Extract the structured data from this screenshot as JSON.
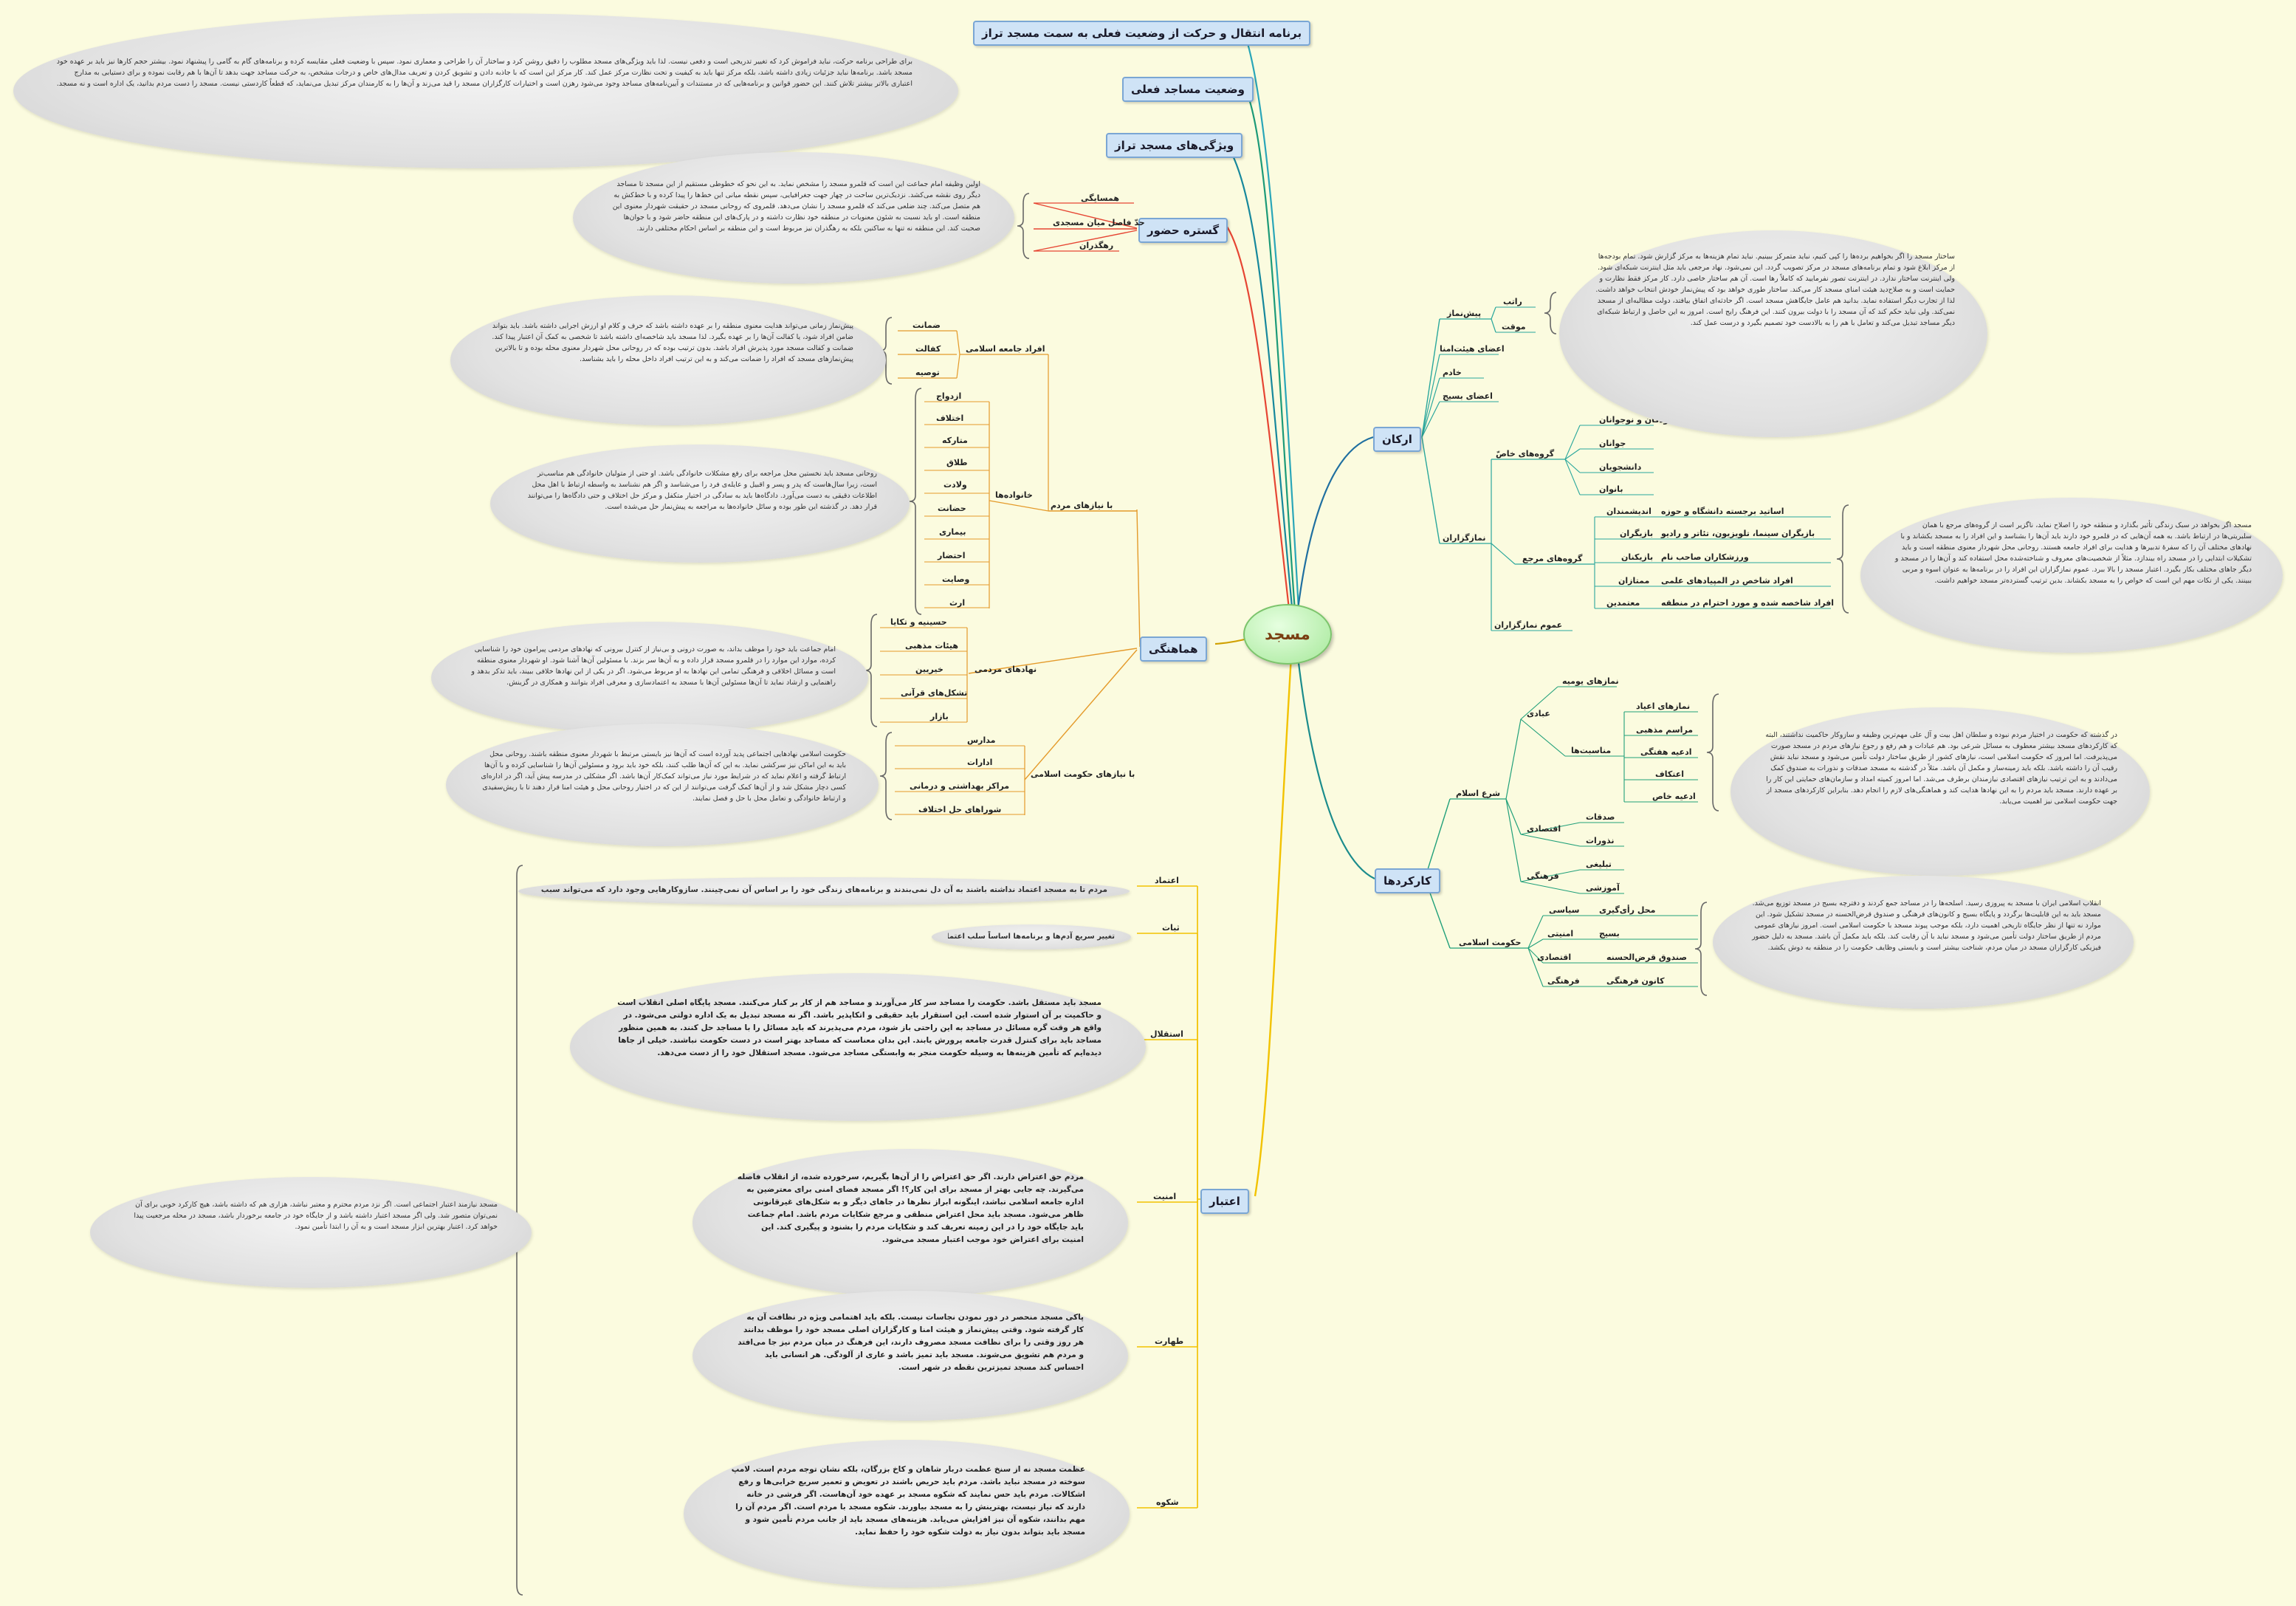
{
  "root": {
    "label": "مسجد"
  },
  "top_nodes": {
    "program": "برنامه انتقال و حرکت از وضعیت فعلی به سمت مسجد تراز",
    "current": "وضعیت مساجد فعلی",
    "features": "ویژگی‌های مسجد تراز"
  },
  "scope": {
    "label": "گستره حضور",
    "items": [
      "همسایگی",
      "حدّ فاصل میان مسجدی",
      "رهگذران"
    ]
  },
  "harmony": {
    "label": "هماهنگی",
    "general": {
      "label": "افراد جامعه اسلامی",
      "items": [
        "ضمانت",
        "کفالت",
        "توصیه"
      ]
    },
    "needs": {
      "label": "با نیازهای مردم"
    },
    "families": {
      "label": "خانواده‌ها",
      "items": [
        "ازدواج",
        "اختلاف",
        "متارکه",
        "طلاق",
        "ولادت",
        "حضانت",
        "بیماری",
        "احتضار",
        "وصایت",
        "ارث"
      ]
    },
    "popular": {
      "label": "نهادهای مردمی",
      "items": [
        "حسینیه و تکایا",
        "هیئات مذهبی",
        "خیریین",
        "تشکل‌های قرآنی",
        "بازار"
      ]
    },
    "gov": {
      "label": "با نیازهای حکومت اسلامی",
      "items": [
        "مدارس",
        "ادارات",
        "مراکز بهداشتی و درمانی",
        "شوراهای حل اختلاف"
      ]
    }
  },
  "pillars": {
    "label": "ارکان",
    "imam": {
      "label": "پیش‌نماز",
      "items": [
        "راتب",
        "موقت"
      ]
    },
    "others": [
      "اعضای هیئت‌امنا",
      "خادم",
      "اعضای بسیج"
    ],
    "worshippers": {
      "label": "نمازگزاران"
    },
    "special": {
      "label": "گروه‌های خاصّ",
      "items": [
        "کودکان و نوجوانان",
        "جوانان",
        "دانشجویان",
        "بانوان"
      ]
    },
    "reference": {
      "label": "گروه‌های مرجع",
      "intellectuals": "اندیشمندان",
      "intellectuals_detail": "اساتید برجسته دانشگاه و حوزه",
      "players": "بازیگران",
      "players_detail": "بازیگران سینما، تلویزیون، تئاتر و رادیو",
      "athletes": "بازیکنان",
      "athletes_detail": "ورزشکاران صاحب نام",
      "elites": "ممتازان",
      "elites_detail": "افراد شاخص در المپیادهای علمی",
      "trusted": "معتمدین",
      "trusted_detail": "افراد شاخصه شده و مورد احترام در منطقه"
    },
    "general": "عموم نمازگزاران"
  },
  "functions": {
    "label": "کارکردها",
    "sharia": "شرع اسلام",
    "worship": "عبادی",
    "daily": "نمازهای یومیه",
    "occasions": "مناسبت‌ها",
    "occasion_items": [
      "نمازهای اعیاد",
      "مراسم مذهبی",
      "ادعیه هفتگی",
      "اعتکاف",
      "ادعیه خاص"
    ],
    "economic": "اقتصادی",
    "economic_items": [
      "صدقات",
      "نذورات"
    ],
    "cultural": "فرهنگی",
    "cultural_items": [
      "تبلیغی",
      "آموزشی"
    ],
    "gov": "حکومت اسلامی",
    "political": "سیاسی",
    "political_detail": "محل رأی‌گیری",
    "security": "امنیتی",
    "security_detail": "بسیج",
    "gov_economic": "اقتصادی",
    "gov_economic_detail": "صندوق قرض‌الحسنه",
    "gov_cultural": "فرهنگی",
    "gov_cultural_detail": "کانون فرهنگی"
  },
  "credibility": {
    "label": "اعتبار",
    "items": [
      "اعتماد",
      "ثبات",
      "استقلال",
      "امنیت",
      "طهارت",
      "شکوه"
    ],
    "trust_note": "مردم تا به مسجد اعتماد نداشته باشند به آن دل نمی‌بندند و برنامه‌های زندگی خود را بر اساس آن نمی‌چینند. سازوکارهایی وجود دارد که می‌تواند سبب اعتمادسازی گردد.",
    "stability_note": "تغییر سریع آدم‌ها و برنامه‌ها اساساً سلب اعتماد می‌نماید."
  },
  "notes": {
    "top": "برای طراحی برنامه حرکت، نباید فراموش کرد که تغییر تدریجی است و دفعی نیست. لذا باید ویژگی‌های مسجد مطلوب را دقیق روشن کرد و ساختار آن را طراحی و معماری نمود. سپس با وضعیت فعلی مقایسه کرده و برنامه‌های گام به گامی را پیشنهاد نمود. بیشتر حجم کارها نیز باید بر عهده خود مسجد باشد. برنامه‌ها نباید جزئیات زیادی داشته باشد، بلکه مرکز تنها باید به کیفیت و تحت نظارت مرکز عمل کند. کار مرکز این است که با جاذبه دادن و تشویق کردن و تعریف مدال‌های خاص و درجات مشخص، به حرکت مساجد جهت بدهد تا آن‌ها با هم رقابت نموده و برای دستیابی به مدارج اعتباری بالاتر بیشتر تلاش کنند. این حضور قوانین و برنامه‌هایی که در مستندات و آیین‌نامه‌های مساجد وجود می‌شود رهزن است و اختیارات کارگزاران مسجد را قید می‌زند و آن‌ها را به کارمندان مرکز تبدیل می‌نماید، که قطعاً کاردستی نیست. مسجد را دست مردم بدانید، یک اداره است و نه مسجد.",
    "scope": "اولین وظیفه امام جماعت این است که قلمرو مسجد را مشخص نماید. به این نحو که خطوطی مستقیم از این مسجد تا مساجد دیگر روی نقشه می‌کشد. نزدیک‌ترین ساحت در چهار جهت جغرافیایی، سپس نقطه میانی این خط‌ها را پیدا کرده و با خط‌کش به هم متصل می‌کند. چند ضلعی می‌کند که قلمرو مسجد را نشان می‌دهد. قلمروی که روحانی مسجد در حقیقت شهردار معنوی این منطقه است. او باید نسبت به شئون معنویات در منطقه خود نظارت داشته و در پارک‌های این منطقه حاضر شود و با جوان‌ها صحبت کند. این منطقه نه تنها به ساکنین بلکه به رهگذران نیز مربوط است و این منطقه بر اساس احکام مختلفی دارند.",
    "general_people": "پیش‌نماز زمانی می‌تواند هدایت معنوی منطقه را بر عهده داشته باشد که حرف و کلام او ارزش اجرایی داشته باشد. باید بتواند ضامن افراد شود، یا کفالت آن‌ها را بر عهده بگیرد. لذا مسجد باید شاخصه‌ای داشته باشد تا شخصی به کمک آن اعتبار پیدا کند. ضمانت و کفالت مسجد مورد پذیرش افراد باشد. بدون ترتیب بوده که در روحانی محل شهردار معنوی محله بوده و تا بالاترین پیش‌نمازهای مسجد که افراد را ضمانت می‌کند و به این ترتیب افراد داخل محله را باید بشناسد.",
    "families": "روحانی مسجد باید نخستین محل مراجعه برای رفع مشکلات خانوادگی باشد. او حتی از متولیان خانوادگی هم مناسب‌تر است، زیرا سال‌هاست که پدر و پسر و اقبیل و عایله‌ی فرد را می‌شناسد و اگر هم نشناسد به واسطه ارتباط با اهل محل اطلاعات دقیقی به دست می‌آورد. دادگاه‌ها باید به سادگی در اختیار متکفل و مرکز حل اختلاف و حتی دادگاه‌ها را می‌توانند قرار دهد. در گذشته این طور بوده و سائل خانواده‌ها به مراجعه به پیش‌نماز حل می‌شده است.",
    "popular": "امام جماعت باید خود را موظف بداند، به صورت درونی و بی‌نیاز از کنترل بیرونی که نهادهای مردمی پیرامون خود را شناسایی کرده، موارد این موارد را در قلمرو مسجد قرار داده و به آن‌ها سر بزند. با مسئولین آن‌ها آشنا شود. او شهردار معنوی منطقه است و مسائل اخلاقی و فرهنگی تمامی این نهادها به او مربوط می‌شود. اگر در یکی از این نهادها خلافی ببیند، باید تذکر بدهد و راهنمایی و ارشاد نماید تا آن‌ها مسئولین آن‌ها با مسجد به اعتمادسازی و معرفی افراد بتوانند و همکاری در گزینش.",
    "gov_needs": "حکومت اسلامی نهادهایی اجتماعی پدید آورده است که آن‌ها نیز بایستی مرتبط با شهردار معنوی منطقه باشند. روحانی محل باید به این اماکن نیز سرکشی نماید. به این که آن‌ها طلب کنند، بلکه خود باید برود و مسئولین آن‌ها را شناسایی کرده و با آن‌ها ارتباط گرفته و اعلام نماید که در شرایط مورد نیاز می‌تواند کمک‌کار آن‌ها باشد. اگر مشکلی در مدرسه پیش آید، اگر در اداره‌ای کسی دچار مشکل شد و از آن‌ها کمک گرفت می‌توانند از این که در اختیار روحانی محل و هیئت امنا قرار دهند تا با ریش‌سفیدی و ارتباط خانوادگی و تعامل محل با حل و فصل نمایند.",
    "imam": "ساختار مسجد را اگر بخواهیم برده‌ها را کپی کنیم، نباید متمرکز ببینیم. نباید تمام هزینه‌ها به مرکز گزارش شود. تمام بودجه‌ها از مرکز ابلاغ شود و تمام برنامه‌های مسجد در مرکز تصویب گردد. این نمی‌شود. نهاد مرجعی باید مثل اینترنت شبکه‌ای شود. ولی اینترنت ساختار ندارد. در اینترنت تصور نفرمایید که کاملاً رها است. آن هم ساختار خاصی دارد. کار مرکز فقط نظارت و حمایت است و به صلاح‌دید هیئت امنای مسجد کار می‌کند. ساختار طوری خواهد بود که پیش‌نماز خودش انتخاب خواهد داشت. لذا از تجارب دیگر استفاده نماید. بدانید هم عامل جایگاهش مسجد است. اگر حادثه‌ای اتفاق بیافتد، دولت مطالبه‌ای از مسجد نمی‌کند. ولی نباید حکم کند که آن مسجد را با دولت بیرون کنند. این فرهنگ رایج است. امروز به این حاصل و ارتباط شبکه‌ای دیگر مساجد تبدیل می‌کند و تعامل با هم را به بالادست خود تصمیم بگیرد و درست عمل کند.",
    "reference": "مسجد اگر بخواهد در سبک زندگی تأثیر بگذارد و منطقه خود را اصلاح نماید، ناگزیر است از گروه‌های مرجع با همان سلبریتی‌ها در ارتباط باشد. به همه آن‌هایی که در قلمرو خود دارند باید آن‌ها را بشناسد و این افراد را به مسجد بکشاند و با نهادهای مختلف آن را که سفرۀ تدبیرها و هدایت برای افراد جامعه هستند. روحانی محل شهردار معنوی منطقه است و باید تشکیلات ابتدایی را در مسجد راه بیندازد. مثلاً از شخصیت‌های معروف و شناخته‌شده محل استفاده کند و آن‌ها را در مسجد و دیگر جاهای مختلف بکار بگیرد. اعتبار مسجد را بالا ببرد. عموم نمازگزاران این افراد را در برنامه‌ها به عنوان اسوه و مربی ببینند. یکی از نکات مهم این است که خواص را به مسجد بکشاند. بدین ترتیب گسترده‌تر مسجد خواهیم داشت.",
    "functions": "در گذشته که حکومت در اختیار مردم نبوده و سلطان اهل بیت و آل علی مهم‌ترین وظیفه و سازوکار حاکمیت نداشتند، البته که کارکردهای مسجد بیشتر معطوف به مسائل شرعی بود. هم عبادات و هم رفع و رجوع نیازهای مردم در مسجد صورت می‌پذیرفت. اما امروز که حکومت اسلامی است، نیازهای کشور از طریق ساختار دولت تأمین می‌شود و مسجد نباید نقش رقیب آن را داشته باشد. بلکه باید زمینه‌ساز و مکمل آن باشد. مثلاً در گذشته به مسجد صدقات و نذورات به صندوق کمک می‌دادند و به این ترتیب نیازهای اقتصادی نیازمندان برطرف می‌شد. اما امروز کمیته امداد و سازمان‌های حمایتی این کار را بر عهده دارند. مسجد باید مردم را به این نهادها هدایت کند و هماهنگی‌های لازم را انجام دهد. بنابراین کارکردهای مسجد از جهت حکومت اسلامی نیز اهمیت می‌یابد.",
    "gov": "انقلاب اسلامی ایران با مسجد به پیروزی رسید. اسلحه‌ها را در مساجد جمع کردند و دفترچه بسیج در مسجد توزیع می‌شد. مسجد باید به این قابلیت‌ها برگردد و پایگاه بسیج و کانون‌های فرهنگی و صندوق قرض‌الحسنه در مسجد تشکیل شود. این موارد نه تنها از نظر جایگاه تاریخی اهمیت دارد، بلکه موجب پیوند مسجد با حکومت اسلامی است. امروز نیازهای عمومی مردم از طریق ساختار دولت تأمین می‌شود و مسجد نباید با آن رقابت کند. بلکه باید مکمل آن باشد. مسجد به دلیل حضور فیزیکی کارگزاران مسجد در میان مردم، شناخت بیشتر است و بایستی وظایف حکومت را در منطقه به دوش بکشد.",
    "credibility": "مسجد نیازمند اعتبار اجتماعی است. اگر نزد مردم محترم و معتبر نباشد، هزاری هم که داشته باشد، هیچ کارکرد خوبی برای آن نمی‌توان متصور شد. ولی اگر مسجد اعتبار داشته باشد و از جایگاه خود در جامعه برخوردار باشد، مسجد در محله مرجعیت پیدا خواهد کرد. اعتبار بهترین ابزار مسجد است و به آن را ابتدا تأمین نمود.",
    "independence": "مسجد باید مستقل باشد. حکومت را مساجد سر کار می‌آورند و مساجد هم از کار بر کنار می‌کنند. مسجد پایگاه اصلی انقلاب است و حاکمیت بر آن استوار شده است. این استقرار باید حقیقی و اتکاپذیر باشد. اگر نه مسجد تبدیل به یک اداره دولتی می‌شود. در واقع هر وقت گره مسائل در مساجد به این راحتی باز شود، مردم می‌پذیرند که باید مسائل را با مساجد حل کنند. به همین منظور مساجد باید برای کنترل قدرت جامعه پرورش یابند. این بدان معناست که مساجد بهتر است در دست حکومت نباشند. خیلی از جاها دیده‌ایم که تأمین هزینه‌ها به وسیله حکومت منجر به وابستگی مساجد می‌شود. مسجد استقلال خود را از دست می‌دهد.",
    "security": "مردم حق اعتراض دارند. اگر حق اعتراض را از آن‌ها بگیریم، سرخورده شده، از انقلاب فاصله می‌گیرند. چه جایی بهتر از مسجد برای این کار؟! اگر مسجد فضای امنی برای معترضین به اداره جامعه اسلامی نباشد، اینگونه ابراز نظرها در جاهای دیگر و به شکل‌های غیرقانونی ظاهر می‌شود. مسجد باید محل اعتراض منطقی و مرجع شکایات مردم باشد. امام جماعت باید جایگاه خود را در این زمینه تعریف کند و شکایات مردم را بشنود و پیگیری کند. این امنیت برای اعتراض خود موجب اعتبار مسجد می‌شود.",
    "purity": "پاکی مسجد منحصر در دور نمودن نجاسات نیست. بلکه باید اهتمامی ویژه در نظافت آن به کار گرفته شود. وقتی پیش‌نماز و هیئت امنا و کارگزاران اصلی مسجد خود را موظف بدانند هر روز وقتی را برای نظافت مسجد مصروف دارند، این فرهنگ در میان مردم نیز جا می‌افتد و مردم هم تشویق می‌شوند. مسجد باید تمیز باشد و عاری از آلودگی. هر انسانی باید احساس کند مسجد تمیزترین نقطه در شهر است.",
    "glory": "عظمت مسجد نه از سنخ عظمت دربار شاهان و کاخ بزرگان، بلکه نشان توجه مردم است. لامپ سوخته در مسجد نباید باشد. مردم باید حریص باشند در تعویض و تعمیر سریع خرابی‌ها و رفع اشکالات. مردم باید حس نمایند که شکوه مسجد بر عهده خود آن‌هاست. اگر فرشی در خانه دارند که نیاز نیست، بهترینش را به مسجد بیاورند. شکوه مسجد با مردم است. اگر مردم آن را مهم بدانند، شکوه آن نیز افزایش می‌یابد. هزینه‌های مسجد باید از جانب مردم تأمین شود و مسجد باید بتواند بدون نیاز به دولت شکوه خود را حفظ نماید."
  }
}
